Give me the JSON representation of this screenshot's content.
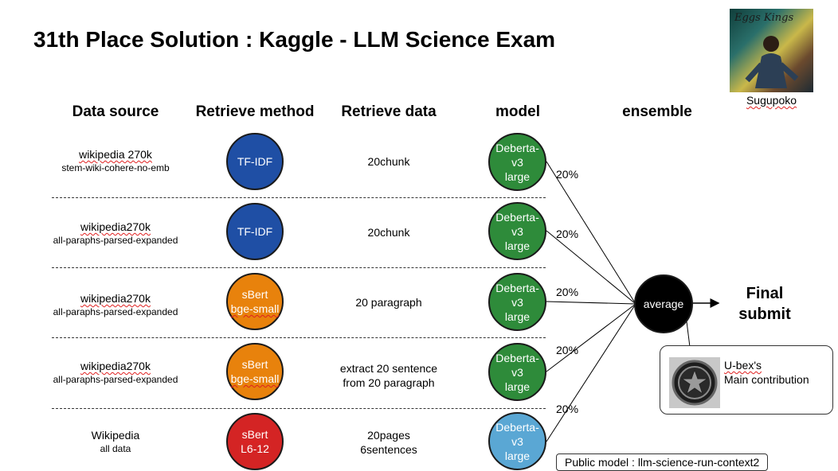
{
  "title": "31th Place Solution : Kaggle - LLM Science Exam",
  "headers": {
    "data_source": "Data source",
    "retrieve_method": "Retrieve method",
    "retrieve_data": "Retrieve data",
    "model": "model",
    "ensemble": "ensemble"
  },
  "rows": [
    {
      "source_line1": "wikipedia 270k",
      "source_line2": "stem-wiki-cohere-no-emb",
      "method_line1": "TF-IDF",
      "method_line2": "",
      "method_color": "#1f4fa5",
      "data_line1": "20chunk",
      "data_line2": "",
      "model_line1": "Deberta-v3",
      "model_line2": "large",
      "model_color": "#2e8b3a",
      "weight": "20%"
    },
    {
      "source_line1": "wikipedia270k",
      "source_line2": "all-paraphs-parsed-expanded",
      "method_line1": "TF-IDF",
      "method_line2": "",
      "method_color": "#1f4fa5",
      "data_line1": "20chunk",
      "data_line2": "",
      "model_line1": "Deberta-v3",
      "model_line2": "large",
      "model_color": "#2e8b3a",
      "weight": "20%"
    },
    {
      "source_line1": "wikipedia270k",
      "source_line2": "all-paraphs-parsed-expanded",
      "method_line1": "sBert",
      "method_line2": "bge-small",
      "method_color": "#e8820c",
      "data_line1": "20 paragraph",
      "data_line2": "",
      "model_line1": "Deberta-v3",
      "model_line2": "large",
      "model_color": "#2e8b3a",
      "weight": "20%"
    },
    {
      "source_line1": "wikipedia270k",
      "source_line2": "all-paraphs-parsed-expanded",
      "method_line1": "sBert",
      "method_line2": "bge-small",
      "method_color": "#e8820c",
      "data_line1": "extract 20 sentence",
      "data_line2": "from 20 paragraph",
      "model_line1": "Deberta-v3",
      "model_line2": "large",
      "model_color": "#2e8b3a",
      "weight": "20%"
    },
    {
      "source_line1": "Wikipedia",
      "source_line2": "all data",
      "method_line1": "sBert",
      "method_line2": "L6-12",
      "method_color": "#d42424",
      "data_line1": "20pages",
      "data_line2": "6sentences",
      "model_line1": "Deberta-v3",
      "model_line2": "large",
      "model_color": "#5aa7d4",
      "weight": "20%"
    }
  ],
  "ensemble": {
    "label": "average",
    "color": "#000000"
  },
  "final": {
    "line1": "Final",
    "line2": "submit"
  },
  "author": {
    "name": "Sugupoko",
    "photo_text": "Eggs Kings"
  },
  "callout": {
    "name": "U-bex's",
    "text": "Main contribution",
    "icon": "star-badge-icon"
  },
  "public_model": "Public model : llm-science-run-context2"
}
